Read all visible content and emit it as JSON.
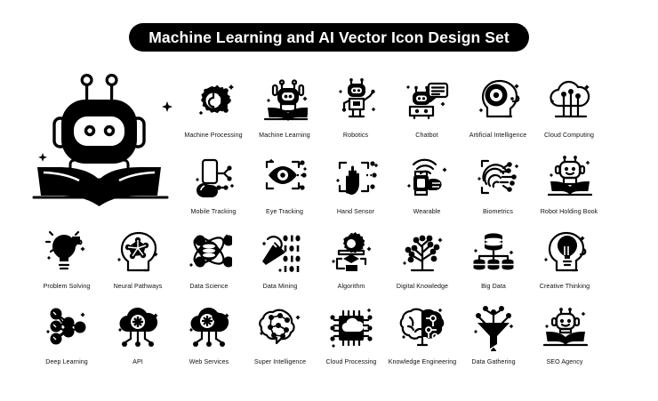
{
  "header": {
    "title": "Machine Learning and AI Vector Icon Design Set",
    "pill_color": "#000000",
    "text_color": "#ffffff"
  },
  "canvas": {
    "background": "#ffffff",
    "ink_color": "#000000",
    "label_color": "#111111"
  },
  "hero": {
    "name": "robot-head-over-open-book",
    "description": "Large robot head with two antennae above an open book"
  },
  "grid": {
    "rows": [
      {
        "row_index": 1,
        "columns": 6,
        "items": [
          {
            "label": "Machine Processing",
            "icon": "gear-circuit-icon"
          },
          {
            "label": "Machine Learning",
            "icon": "robot-head-book-icon"
          },
          {
            "label": "Robotics",
            "icon": "robot-body-icon"
          },
          {
            "label": "Chatbot",
            "icon": "robot-speech-bubble-icon"
          },
          {
            "label": "Artificial Intelligence",
            "icon": "head-target-icon"
          },
          {
            "label": "Cloud Computing",
            "icon": "cloud-nodes-icon"
          }
        ]
      },
      {
        "row_index": 2,
        "columns": 6,
        "items": [
          {
            "label": "Mobile Tracking",
            "icon": "hand-phone-circuit-icon"
          },
          {
            "label": "Eye Tracking",
            "icon": "eye-scan-icon"
          },
          {
            "label": "Hand Sensor",
            "icon": "hand-scan-icon"
          },
          {
            "label": "Wearable",
            "icon": "smartwatch-signal-icon"
          },
          {
            "label": "Biometrics",
            "icon": "fingerprint-nodes-icon"
          },
          {
            "label": "Robot Holding Book",
            "icon": "robot-smiling-book-icon"
          }
        ]
      },
      {
        "row_index": 3,
        "columns": 8,
        "items": [
          {
            "label": "Problem Solving",
            "icon": "bulb-puzzle-icon"
          },
          {
            "label": "Neural Pathways",
            "icon": "head-network-icon"
          },
          {
            "label": "Data Science",
            "icon": "atom-database-icon"
          },
          {
            "label": "Data Mining",
            "icon": "pickaxe-binary-icon"
          },
          {
            "label": "Algorithm",
            "icon": "flowchart-gear-icon"
          },
          {
            "label": "Digital Knowledge",
            "icon": "circuit-tree-icon"
          },
          {
            "label": "Big Data",
            "icon": "database-hierarchy-icon"
          },
          {
            "label": "Creative Thinking",
            "icon": "head-bulb-icon"
          }
        ]
      },
      {
        "row_index": 4,
        "columns": 8,
        "items": [
          {
            "label": "Deep Learning",
            "icon": "neural-network-icon"
          },
          {
            "label": "API",
            "icon": "cloud-gear-icon"
          },
          {
            "label": "Web Services",
            "icon": "cloud-gear-wrench-icon"
          },
          {
            "label": "Super Intelligence",
            "icon": "brain-nodes-icon"
          },
          {
            "label": "Cloud Processing",
            "icon": "chip-cloud-icon"
          },
          {
            "label": "Knowledge Engineering",
            "icon": "brain-circuit-split-icon"
          },
          {
            "label": "Data Gathering",
            "icon": "funnel-nodes-icon"
          },
          {
            "label": "SEO Agency",
            "icon": "robot-book-icon"
          }
        ]
      }
    ]
  }
}
